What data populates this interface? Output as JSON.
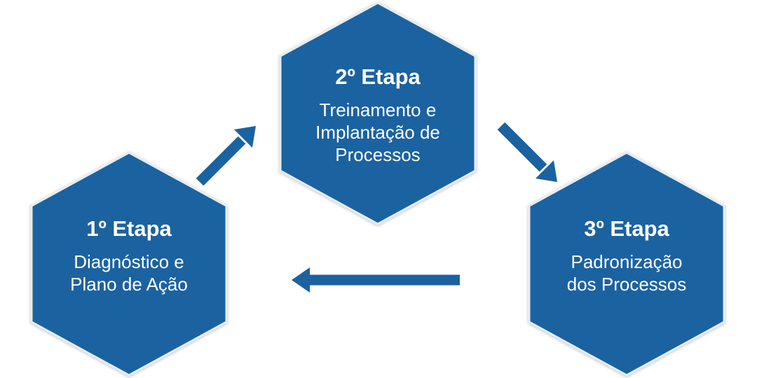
{
  "colors": {
    "accent": "#1b62a0",
    "text": "#ffffff"
  },
  "steps": [
    {
      "title": "1º Etapa",
      "lines": [
        "Diagnóstico e",
        "Plano de Ação"
      ]
    },
    {
      "title": "2º Etapa",
      "lines": [
        "Treinamento e",
        "Implantação de",
        "Processos"
      ]
    },
    {
      "title": "3º Etapa",
      "lines": [
        "Padronização",
        "dos Processos"
      ]
    }
  ],
  "arrows": [
    {
      "from": "1º Etapa",
      "to": "2º Etapa"
    },
    {
      "from": "2º Etapa",
      "to": "3º Etapa"
    },
    {
      "from": "3º Etapa",
      "to": "1º Etapa"
    }
  ]
}
